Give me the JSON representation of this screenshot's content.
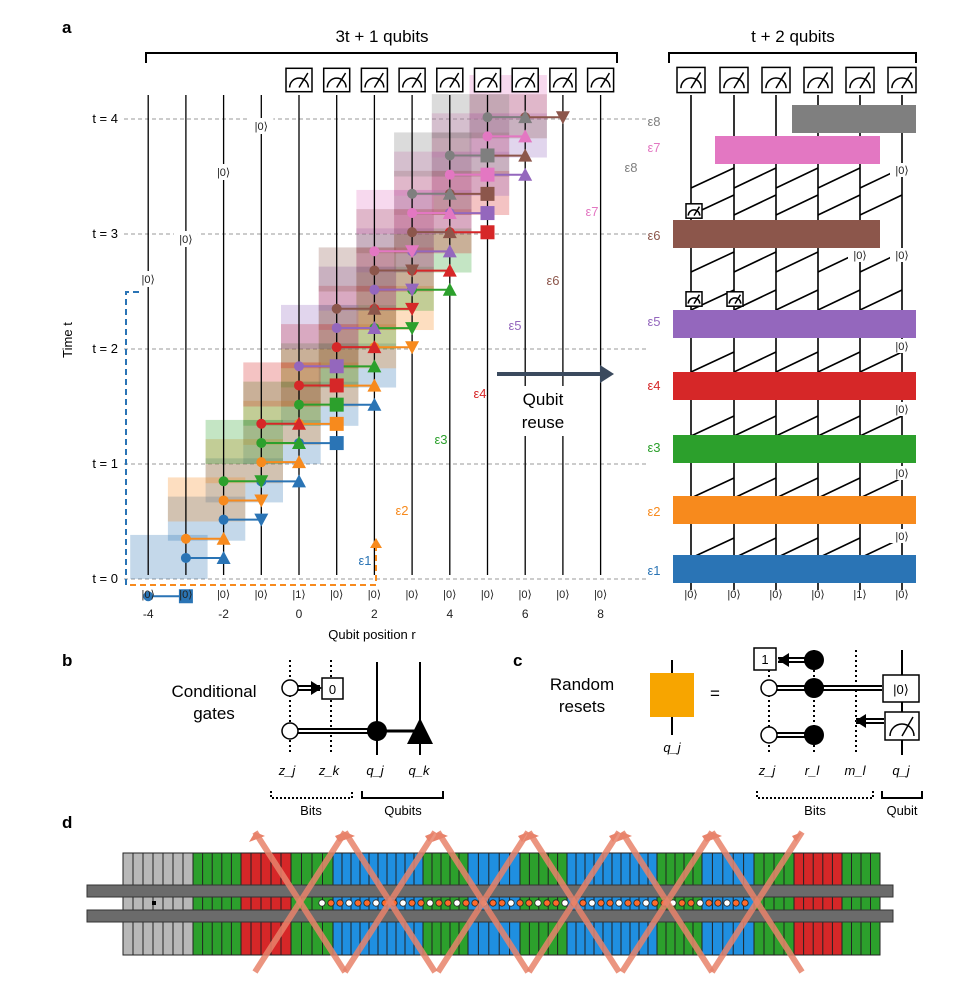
{
  "panels": {
    "a": "a",
    "b": "b",
    "c": "c",
    "d": "d"
  },
  "colors": {
    "e1": "#2a74b5",
    "e2": "#f78a1d",
    "e3": "#2ca02c",
    "e4": "#d62728",
    "e5": "#9467bd",
    "e6": "#8c564b",
    "e7": "#e377c2",
    "e8": "#7f7f7f"
  },
  "panel_a": {
    "left_header": "3t + 1 qubits",
    "right_header": "t + 2 qubits",
    "y_axis_label": "Time t",
    "time_labels": [
      "t = 0",
      "t = 1",
      "t = 2",
      "t = 3",
      "t = 4"
    ],
    "x_axis_label": "Qubit position r",
    "x_ticks": [
      "-4",
      "-2",
      "0",
      "2",
      "4",
      "6",
      "8"
    ],
    "bottom_kets": [
      "|0⟩",
      "|0⟩",
      "|0⟩",
      "|0⟩",
      "|1⟩",
      "|0⟩",
      "|0⟩",
      "|0⟩",
      "|0⟩",
      "|0⟩",
      "|0⟩",
      "|0⟩",
      "|0⟩"
    ],
    "init_ket": "|0⟩",
    "reuse_label_1": "Qubit",
    "reuse_label_2": "reuse",
    "eps_left": [
      "ε1",
      "ε2",
      "ε3",
      "ε4",
      "ε5",
      "ε6",
      "ε7",
      "ε8"
    ],
    "eps_right": [
      "ε1",
      "ε2",
      "ε3",
      "ε4",
      "ε5",
      "ε6",
      "ε7",
      "ε8"
    ],
    "right_bottom_kets": [
      "|0⟩",
      "|0⟩",
      "|0⟩",
      "|0⟩",
      "|1⟩",
      "|0⟩"
    ],
    "right_ket": "|0⟩"
  },
  "panel_b": {
    "title_1": "Conditional",
    "title_2": "gates",
    "box": "0",
    "labels": [
      "z_j",
      "z_k",
      "q_j",
      "q_k"
    ],
    "group_bits": "Bits",
    "group_qubits": "Qubits"
  },
  "panel_c": {
    "title_1": "Random",
    "title_2": "resets",
    "equals": "=",
    "box_label": "q_j",
    "box_one": "1",
    "box_ket": "|0⟩",
    "labels": [
      "z_j",
      "r_l",
      "m_l",
      "q_j"
    ],
    "group_bits": "Bits",
    "group_qubit": "Qubit"
  }
}
